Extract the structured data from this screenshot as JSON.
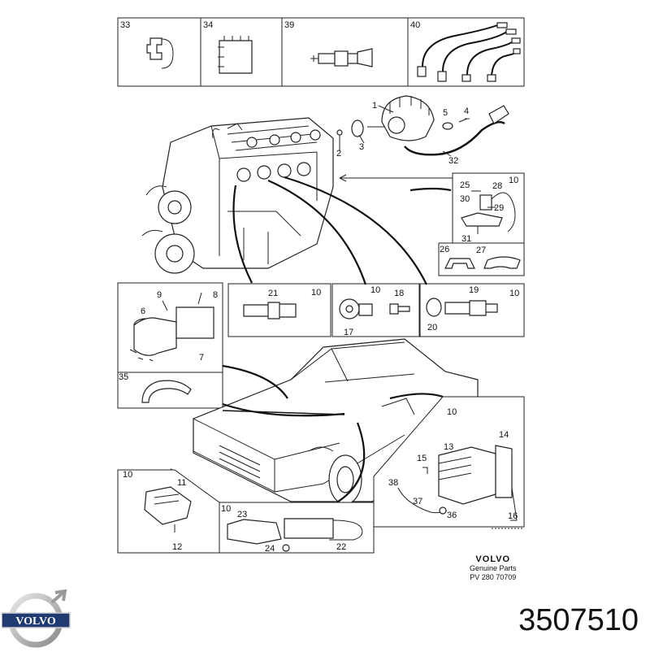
{
  "callouts": {
    "c33": "33",
    "c34": "34",
    "c39": "39",
    "c40": "40",
    "c1": "1",
    "c2": "2",
    "c3": "3",
    "c4": "4",
    "c5": "5",
    "c32": "32",
    "c25": "25",
    "c28": "28",
    "c10a": "10",
    "c30": "30",
    "c29": "29",
    "c31": "31",
    "c26": "26",
    "c27": "27",
    "c9": "9",
    "c8": "8",
    "c6": "6",
    "c7": "7",
    "c35": "35",
    "c21": "21",
    "c10b": "10",
    "c10c": "10",
    "c18": "18",
    "c17": "17",
    "c19": "19",
    "c10d": "10",
    "c20": "20",
    "c10e": "10",
    "c11": "11",
    "c12": "12",
    "c10f": "10",
    "c23": "23",
    "c24": "24",
    "c22": "22",
    "c10g": "10",
    "c13": "13",
    "c14": "14",
    "c15": "15",
    "c38": "38",
    "c37": "37",
    "c36": "36",
    "c16": "16"
  },
  "footer": {
    "brand": "VOLVO",
    "line1": "Genuine Parts",
    "line2": "PV 280 70709"
  },
  "logo": {
    "text": "VOLVO",
    "icon": "volvo-iron-mark-icon"
  },
  "part_number": "3507510"
}
